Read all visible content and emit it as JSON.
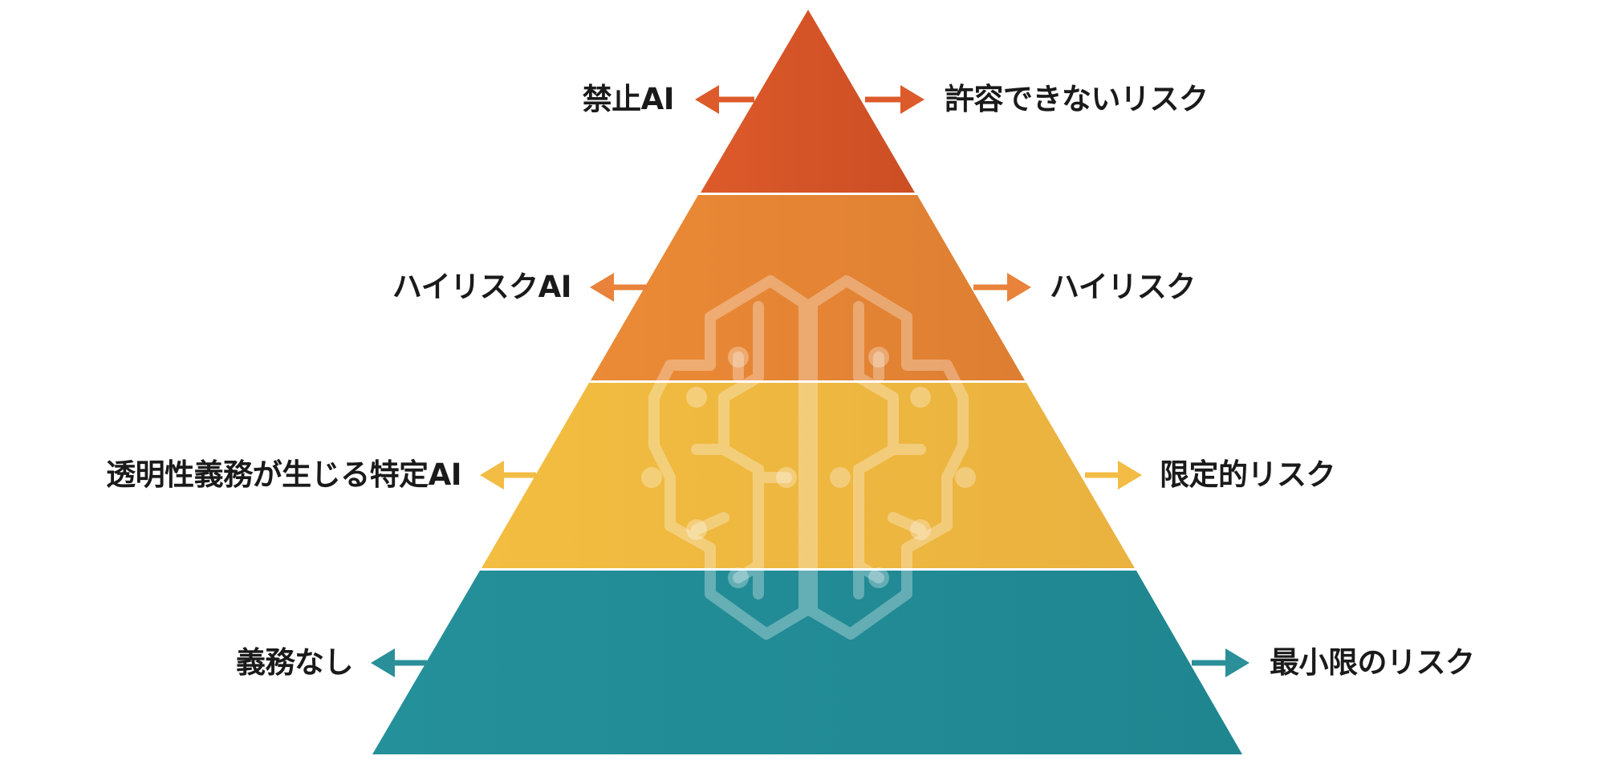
{
  "tiers": [
    {
      "id": "unacceptable",
      "left_label": "禁止AI",
      "right_label": "許容できないリスク",
      "color": "#DD5A2A",
      "color_dark": "#CC4E24",
      "arrow_color": "#DD5A2A"
    },
    {
      "id": "high",
      "left_label": "ハイリスクAI",
      "right_label": "ハイリスク",
      "color": "#EB8B36",
      "color_dark": "#DE7E32",
      "arrow_color": "#E9823A"
    },
    {
      "id": "limited",
      "left_label": "透明性義務が生じる特定AI",
      "right_label": "限定的リスク",
      "color": "#F2BD40",
      "color_dark": "#EAB23F",
      "arrow_color": "#F2BC45"
    },
    {
      "id": "minimal",
      "left_label": "義務なし",
      "right_label": "最小限のリスク",
      "color": "#24909A",
      "color_dark": "#1F8690",
      "arrow_color": "#2A8F99"
    }
  ],
  "watermark_icon": "brain-circuit-icon",
  "watermark_color": "#FFFFFF"
}
